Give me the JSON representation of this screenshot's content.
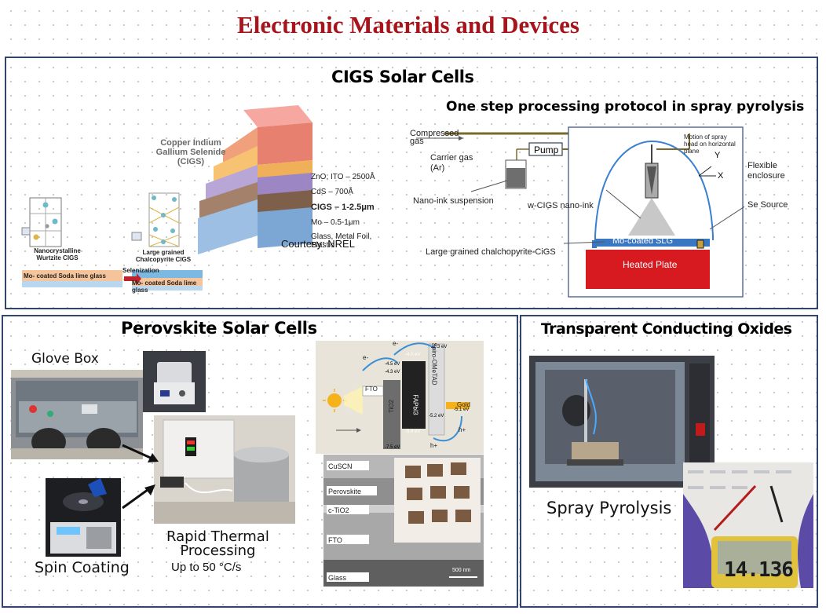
{
  "page_title": "Electronic Materials and Devices",
  "cigs": {
    "title": "CIGS Solar Cells",
    "stack_title": "Copper Indium\nGallium Selenide\n(CIGS)",
    "layers": [
      "ZnO; ITO – 2500Å",
      "CdS – 700Å",
      "CIGS – 1-2.5μm",
      "Mo – 0.5-1μm",
      "Glass, Metal Foil,\nPlastic"
    ],
    "courtesy": "Courtesy: NREL",
    "wurtzite_label": "Nanocrystalline\nWurtzite CIGS",
    "chalcopyrite_label": "Large grained\nChalcopyrite CIGS",
    "selenization": "Selenization",
    "substrate_label": "Mo- coated Soda lime glass",
    "spray_title": "One step processing protocol in spray pyrolysis",
    "compressed_gas": "Compressed\ngas",
    "pump": "Pump",
    "carrier_gas": "Carrier gas\n(Ar)",
    "nano_ink": "Nano-ink suspension",
    "wcigs": "w-CIGS nano-ink",
    "motion": "Motion of spray\nhead on horizontal\nplane",
    "axis_y": "Y",
    "axis_x": "X",
    "enclosure": "Flexible\nenclosure",
    "se_source": "Se Source",
    "slg": "Mo-coated SLG",
    "chalco": "Large grained chalchopyrite-CiGS",
    "heated_plate": "Heated Plate"
  },
  "perovskite": {
    "title": "Perovskite Solar Cells",
    "glove_box": "Glove Box",
    "spin_coating": "Spin Coating",
    "rtp": "Rapid Thermal\nProcessing",
    "rtp_rate": "Up to 50 °C/s",
    "band": {
      "fto": "FTO",
      "tio2": "TiO2",
      "perov": "FAPbI3",
      "htm": "Spiro-OMeTAD",
      "gold": "Gold",
      "e1": "e-",
      "e2": "e-",
      "h1": "h+",
      "h2": "h+",
      "v1": "-4.5 eV",
      "v2": "-4.3 eV",
      "v3": "-4.0 eV",
      "v4": "-2.3 eV",
      "v5": "-5.2 eV",
      "v6": "-5.1 eV",
      "v7": "-5.4 eV",
      "v8": "-7.5 eV"
    },
    "sem_layers": [
      "CuSCN",
      "Perovskite",
      "c-TiO2",
      "FTO",
      "Glass"
    ],
    "scale_bar": "500 nm"
  },
  "tco": {
    "title": "Transparent Conducting Oxides",
    "spray_pyrolysis": "Spray Pyrolysis",
    "meter_reading": "14.136"
  },
  "colors": {
    "title": "#a8141c",
    "panel_border": "#32456e",
    "heated_plate": "#d71920",
    "slg": "#3a77c2"
  }
}
